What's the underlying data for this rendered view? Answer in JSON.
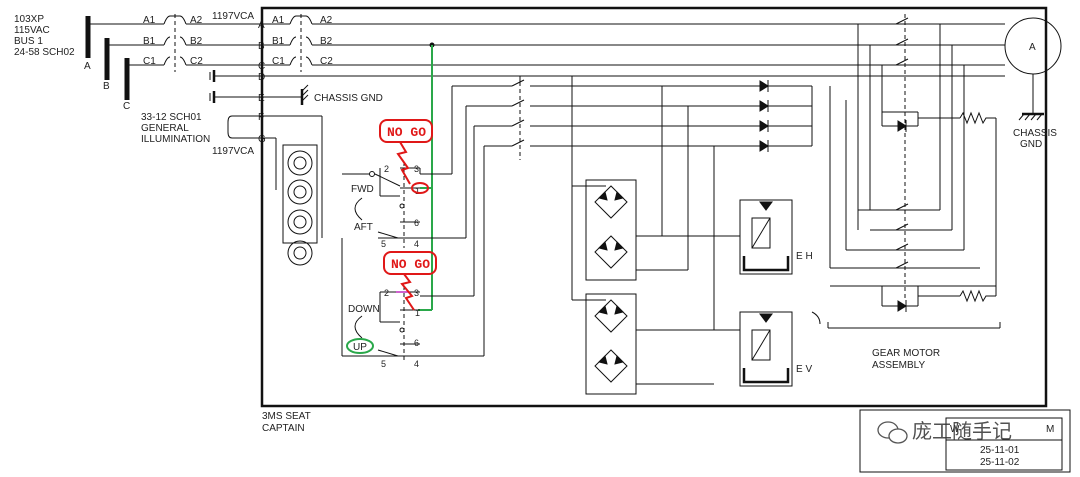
{
  "source": {
    "line1": "103XP",
    "line2": "115VAC",
    "line3": "BUS 1",
    "line4": "24-58 SCH02"
  },
  "bus_letters": [
    "A",
    "B",
    "C"
  ],
  "connector_top": "1197VCA",
  "connector_bottom": "1197VCA",
  "pins": [
    "A",
    "B",
    "C",
    "D",
    "E",
    "F",
    "G"
  ],
  "breaker_labels": {
    "left": [
      "A1",
      "B1",
      "C1"
    ],
    "right": [
      "A2",
      "B2",
      "C2"
    ]
  },
  "chassis_gnd": "CHASSIS GND",
  "illumination": {
    "line1": "33-12 SCH01",
    "line2": "GENERAL",
    "line3": "ILLUMINATION"
  },
  "switch_fwd_aft": {
    "fwd": "FWD",
    "aft": "AFT",
    "pins": [
      "2",
      "3",
      "1",
      "6",
      "5",
      "4"
    ]
  },
  "switch_down_up": {
    "down": "DOWN",
    "up": "UP",
    "pins": [
      "2",
      "3",
      "1",
      "6",
      "5",
      "4"
    ]
  },
  "nogo_label": "NO GO",
  "motor_label": "A",
  "chassis_gnd_right": {
    "line1": "CHASSIS",
    "line2": "GND"
  },
  "eh_label": "E H",
  "ev_label": "E V",
  "gear_motor": {
    "line1": "GEAR MOTOR",
    "line2": "ASSEMBLY"
  },
  "seat": {
    "line1": "3MS   SEAT",
    "line2": "CAPTAIN"
  },
  "ref_box": {
    "watermark": "庞工随手记",
    "title_fragment": "W",
    "title_tail": "M",
    "line1": "25-11-01",
    "line2": "25-11-02"
  }
}
